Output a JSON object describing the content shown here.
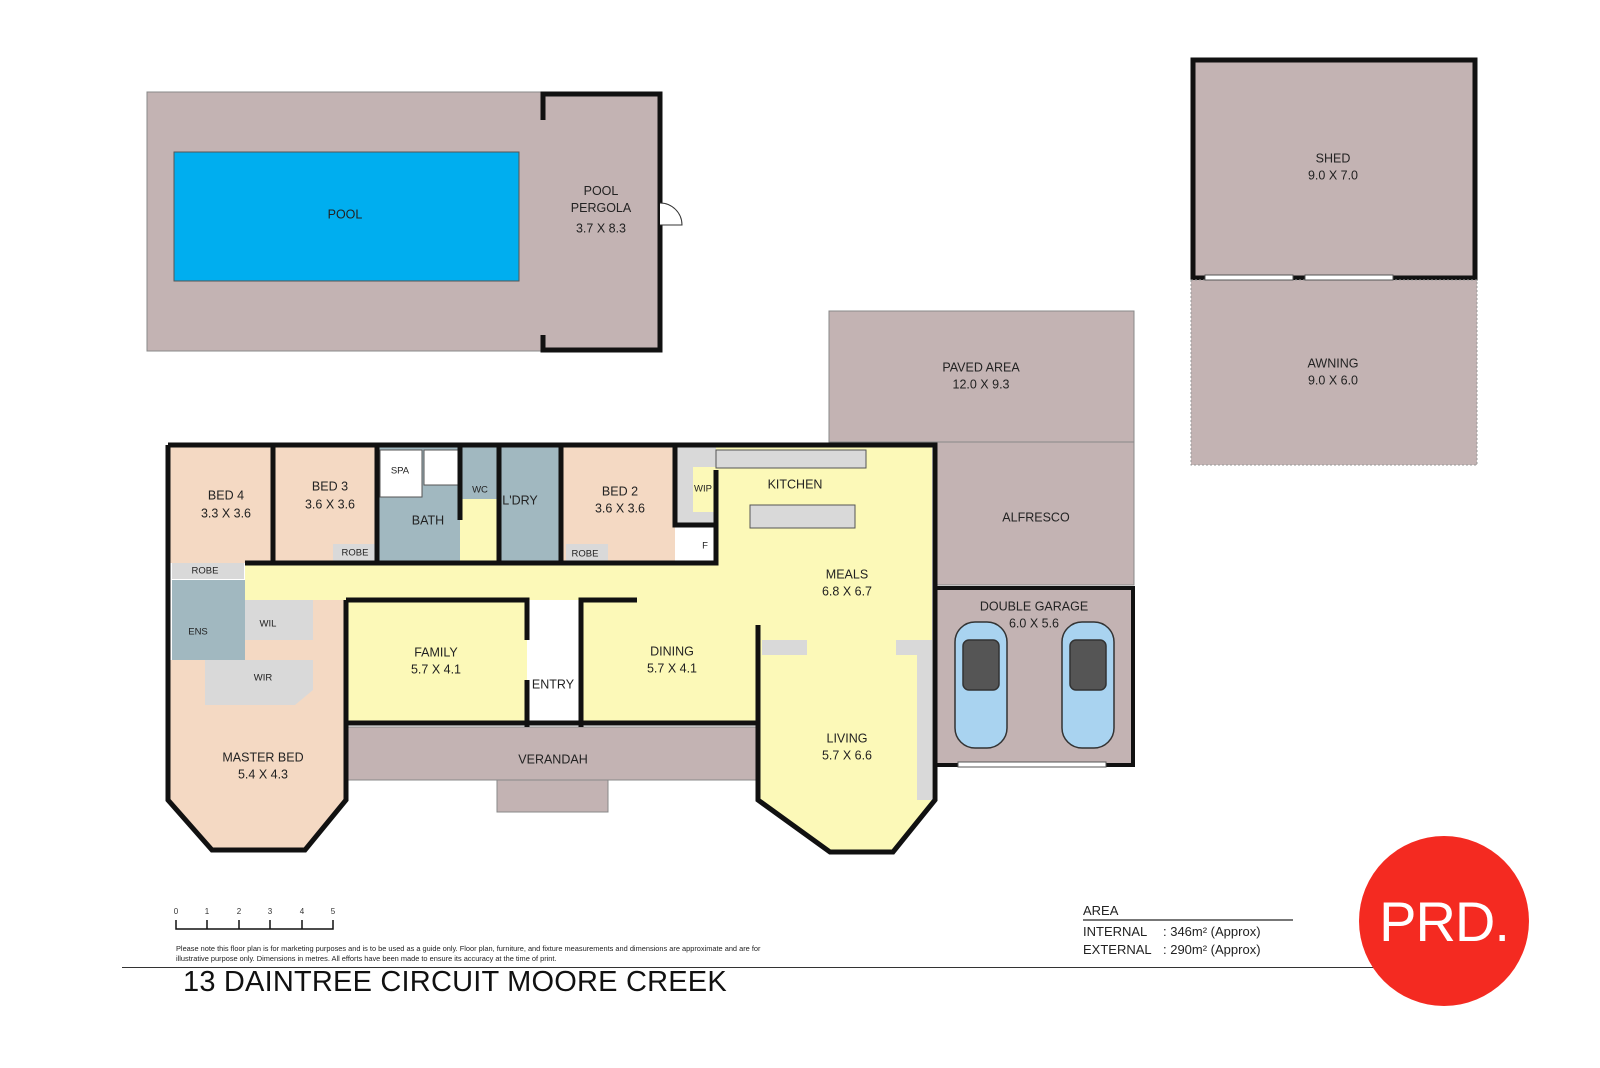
{
  "address": "13 DAINTREE CIRCUIT MOORE CREEK",
  "rooms": {
    "pool": {
      "name": "POOL"
    },
    "pergola": {
      "name": "POOL\nPERGOLA",
      "dim": "3.7 X 8.3"
    },
    "shed": {
      "name": "SHED",
      "dim": "9.0 X 7.0"
    },
    "awning": {
      "name": "AWNING",
      "dim": "9.0 X 6.0"
    },
    "paved": {
      "name": "PAVED AREA",
      "dim": "12.0 X 9.3"
    },
    "alfresco": {
      "name": "ALFRESCO"
    },
    "garage": {
      "name": "DOUBLE GARAGE",
      "dim": "6.0 X 5.6"
    },
    "bed4": {
      "name": "BED 4",
      "dim": "3.3 X 3.6"
    },
    "bed3": {
      "name": "BED 3",
      "dim": "3.6 X 3.6"
    },
    "spa": {
      "name": "SPA"
    },
    "bath": {
      "name": "BATH"
    },
    "wc": {
      "name": "WC"
    },
    "ldry": {
      "name": "L'DRY"
    },
    "bed2": {
      "name": "BED 2",
      "dim": "3.6 X 3.6"
    },
    "wip": {
      "name": "WIP"
    },
    "kitchen": {
      "name": "KITCHEN"
    },
    "f": {
      "name": "F"
    },
    "robe1": {
      "name": "ROBE"
    },
    "robe2": {
      "name": "ROBE"
    },
    "robe3": {
      "name": "ROBE"
    },
    "ens": {
      "name": "ENS"
    },
    "wil": {
      "name": "WIL"
    },
    "wir": {
      "name": "WIR"
    },
    "meals": {
      "name": "MEALS",
      "dim": "6.8 X 6.7"
    },
    "family": {
      "name": "FAMILY",
      "dim": "5.7 X 4.1"
    },
    "dining": {
      "name": "DINING",
      "dim": "5.7 X 4.1"
    },
    "entry": {
      "name": "ENTRY"
    },
    "living": {
      "name": "LIVING",
      "dim": "5.7 X 6.6"
    },
    "master": {
      "name": "MASTER BED",
      "dim": "5.4 X 4.3"
    },
    "verandah": {
      "name": "VERANDAH"
    }
  },
  "scale": {
    "ticks": [
      "0",
      "1",
      "2",
      "3",
      "4",
      "5"
    ]
  },
  "disclaimer": "Please note this floor plan is for marketing purposes and is to be used as a guide only. Floor plan, furniture, and fixture measurements and dimensions are approximate and are for illustrative purpose only. Dimensions in metres. All efforts have been made to ensure its accuracy at the time of print.",
  "area": {
    "heading": "AREA",
    "internal_label": "INTERNAL",
    "internal_value": ": 346m² (Approx)",
    "external_label": "EXTERNAL",
    "external_value": ": 290m² (Approx)"
  },
  "logo": "PRD.",
  "colors": {
    "paving": "#c3b3b3",
    "pool": "#00aeef",
    "bedroom": "#f4d9c3",
    "wet": "#a1b8c0",
    "living": "#fcf9b8",
    "storage": "#d9d9d9",
    "logo": "#f42a21"
  }
}
